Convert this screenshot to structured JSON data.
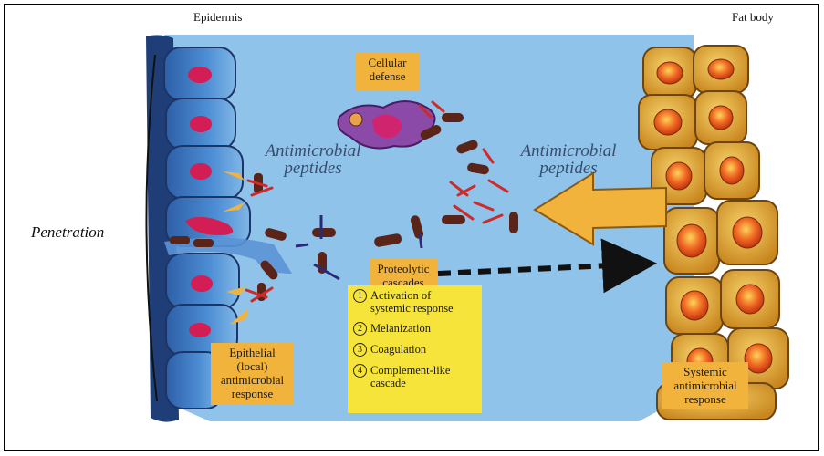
{
  "labels": {
    "epidermis": "Epidermis",
    "fat_body": "Fat body",
    "cellular_defense": "Cellular\ndefense",
    "antimicrobial_left": "Antimicrobial\npeptides",
    "antimicrobial_right": "Antimicrobial\npeptides",
    "penetration": "Penetration",
    "proteolytic": "Proteolytic\ncascades",
    "epithelial": "Epithelial\n(local)\nantimicrobial\nresponse",
    "systemic": "Systemic\nantimicrobial\nresponse"
  },
  "steps": [
    {
      "num": "1",
      "text": "Activation of\nsystemic response"
    },
    {
      "num": "2",
      "text": "Melanization"
    },
    {
      "num": "3",
      "text": "Coagulation"
    },
    {
      "num": "4",
      "text": "Complement-like\ncascade"
    }
  ],
  "colors": {
    "background_fluid": "#8fc3ea",
    "epidermis_cell": "#3f7fc6",
    "nucleus": "#d21d55",
    "fat_cell": "#d9a12e",
    "fat_nucleus": "#e2551d",
    "label_box": "#f2b33d",
    "steps_box": "#f7e43a",
    "bacteria": "#5a2418",
    "arrow": "#f2b33d"
  }
}
